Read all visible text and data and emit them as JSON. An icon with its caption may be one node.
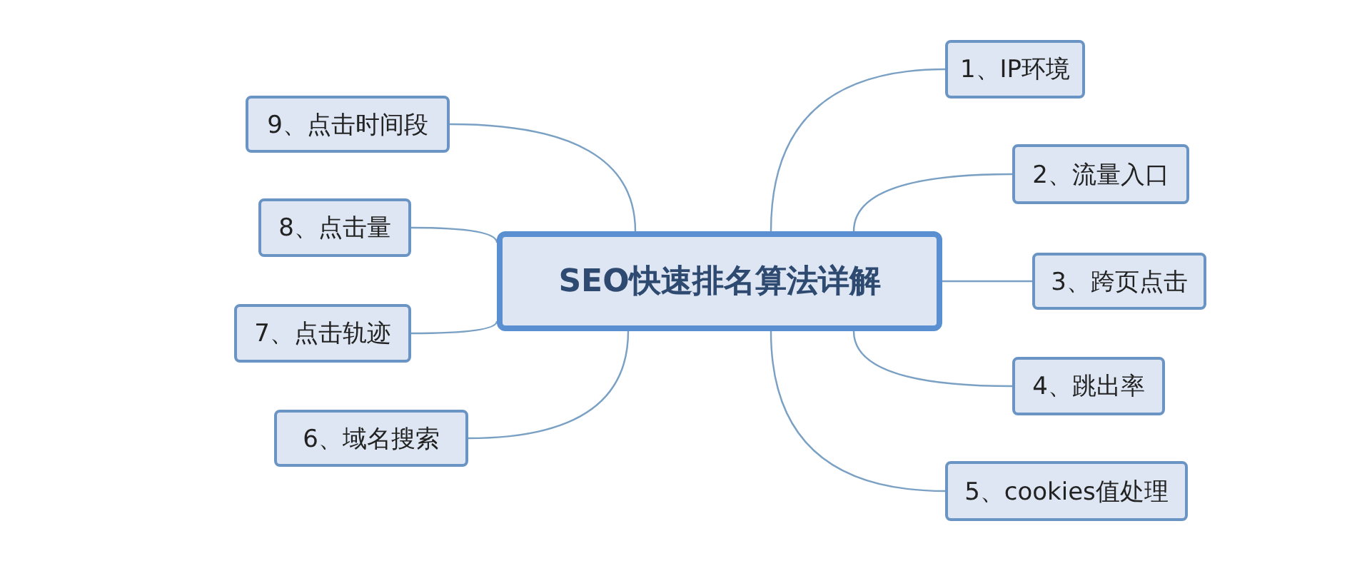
{
  "diagram": {
    "nodes": [
      {
        "text": [
          "SEO快速排名算法详解"
        ]
      },
      {
        "text": [
          "1、IP环境"
        ]
      },
      {
        "text": [
          "2、流量入口"
        ]
      },
      {
        "text": [
          "3、跨页点击"
        ]
      },
      {
        "text": [
          "4、跳出率"
        ]
      },
      {
        "text": [
          "5、cookies值处理"
        ]
      },
      {
        "text": [
          "6、域名搜索"
        ]
      },
      {
        "text": [
          "7、点击轨迹"
        ]
      },
      {
        "text": [
          "8、点击量"
        ]
      },
      {
        "text": [
          "9、点击时间段"
        ]
      }
    ],
    "edges": [
      {
        "from": 0,
        "to": 1,
        "arrow": "none"
      },
      {
        "from": 0,
        "to": 2,
        "arrow": "none"
      },
      {
        "from": 0,
        "to": 3,
        "arrow": "none"
      },
      {
        "from": 0,
        "to": 4,
        "arrow": "none"
      },
      {
        "from": 0,
        "to": 5,
        "arrow": "none"
      },
      {
        "from": 0,
        "to": 6,
        "arrow": "none"
      },
      {
        "from": 0,
        "to": 7,
        "arrow": "none"
      },
      {
        "from": 0,
        "to": 8,
        "arrow": "none"
      },
      {
        "from": 0,
        "to": 9,
        "arrow": "none"
      }
    ]
  }
}
